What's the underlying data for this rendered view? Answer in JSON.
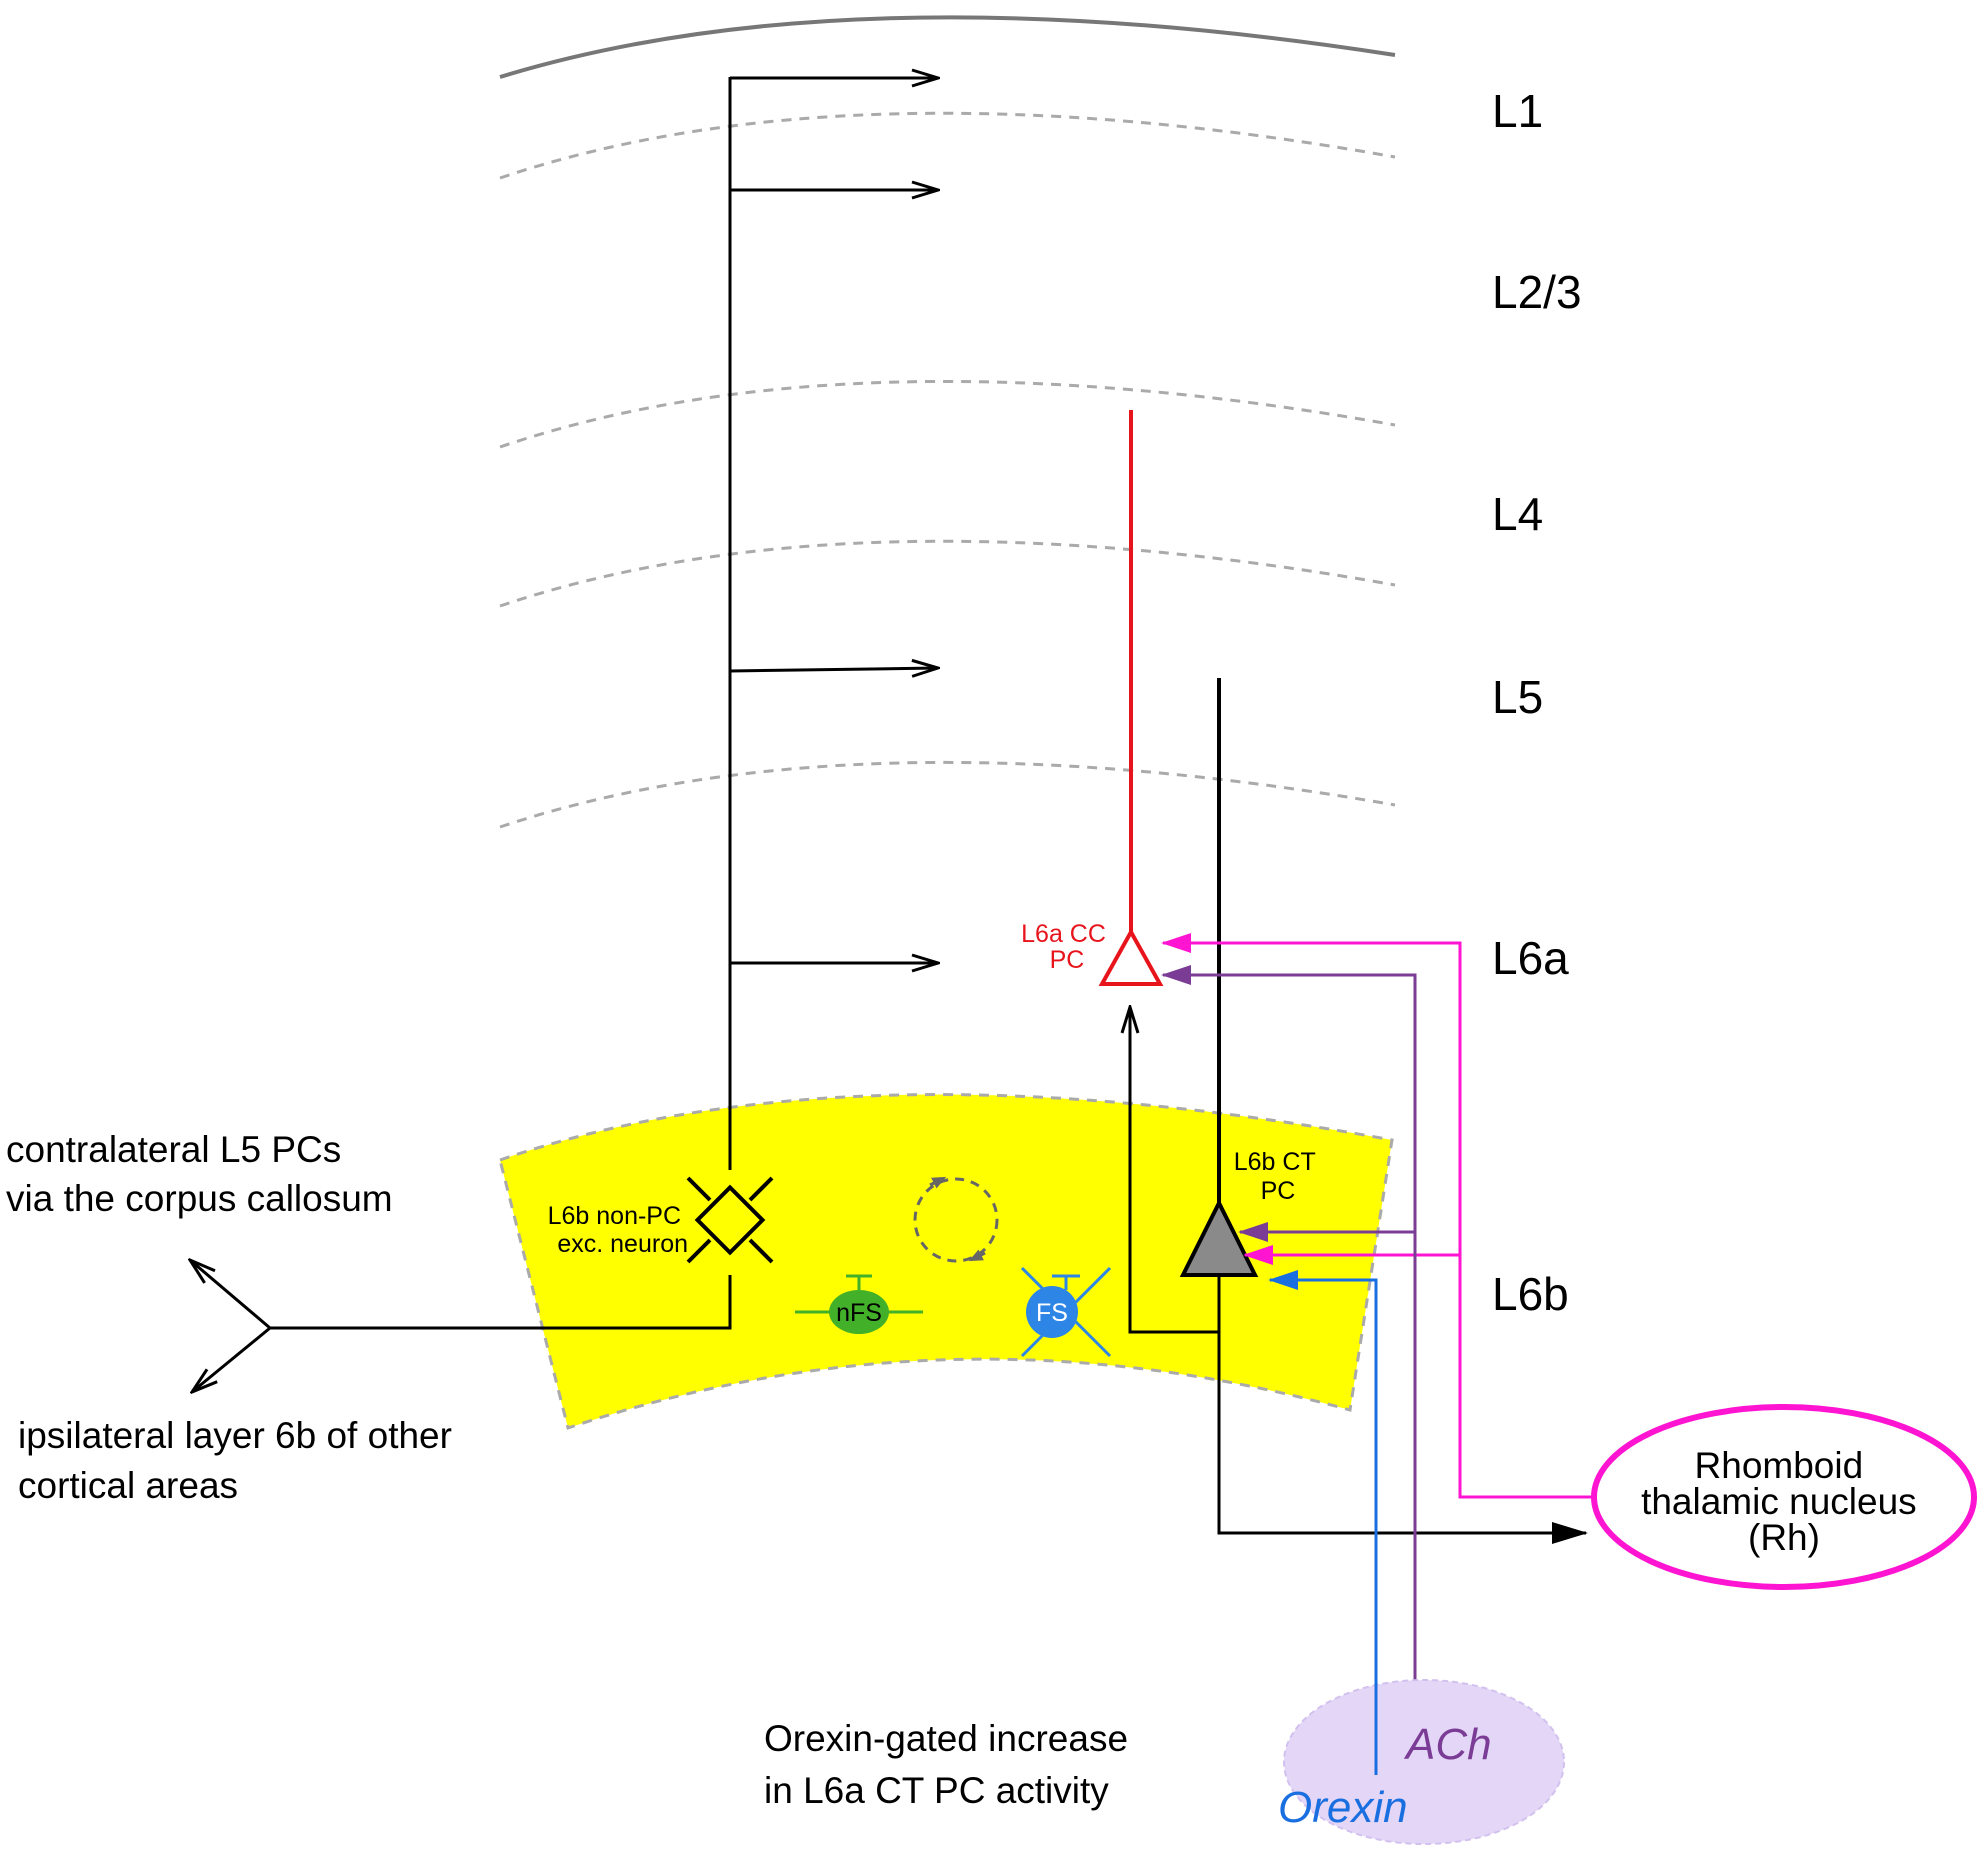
{
  "layers": [
    "L1",
    "L2/3",
    "L4",
    "L5",
    "L6a",
    "L6b"
  ],
  "cells": {
    "l6a_cc_pc": [
      "L6a CC",
      "PC"
    ],
    "l6b_ct_pc": [
      "L6b CT",
      "PC"
    ],
    "l6b_non_pc": [
      "L6b non-PC",
      "exc. neuron"
    ],
    "nfs": "nFS",
    "fs": "FS"
  },
  "targets": {
    "contralateral": [
      "contralateral L5 PCs",
      "via the corpus callosum"
    ],
    "ipsilateral": [
      "ipsilateral layer 6b of other",
      "cortical areas"
    ],
    "rhomboid": [
      "Rhomboid",
      "thalamic nucleus",
      "(Rh)"
    ]
  },
  "neuromodulators": {
    "ach": "ACh",
    "orexin": "Orexin"
  },
  "note": [
    "Orexin-gated increase",
    "in L6a CT PC activity"
  ],
  "colors": {
    "l6b_zone": "#ffff00",
    "cc_pc": "#e8141c",
    "rhomboid": "#ff14d2",
    "ach": "#7b3c96",
    "orexin": "#1a6fe0",
    "nfs": "#43b02a",
    "fs": "#2d86e6",
    "orexin_cloud": "#e3d6f7"
  }
}
